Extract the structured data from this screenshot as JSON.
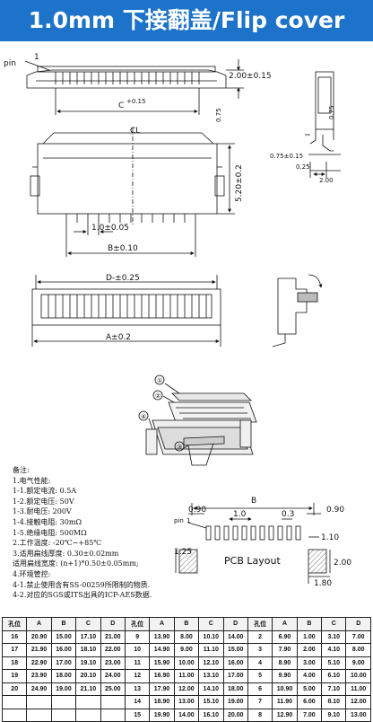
{
  "title": "1.0mm 下接翻盖/Flip cover",
  "top_view": {
    "pin_label": "pin",
    "pin_number": "1",
    "dim_height": "2.00±0.15",
    "dim_c": "C",
    "dim_c_tol": "+0.15"
  },
  "side_view": {
    "dim_075": "0.75",
    "dim_075_tol": "0.75±0.15",
    "dim_025": "0.25",
    "dim_200": "2.00"
  },
  "front_view": {
    "cl": "CL",
    "dim_pitch": "1.0±0.05",
    "dim_b": "B±0.10",
    "dim_h": "5.20±0.2",
    "dim_075": "0.75"
  },
  "bottom_view": {
    "dim_d": "D-±0.25",
    "dim_a": "A±0.2"
  },
  "exploded_labels": [
    "①",
    "②",
    "③",
    "④"
  ],
  "notes": [
    "备注:",
    "1.电气性能:",
    "  1-1.额定电流: 0.5A",
    "  1-2.额定电压: 50V",
    "  1-3.耐电压: 200V",
    "  1-4.接触电阻: 30mΩ",
    "  1-5.绝缘电阻: 500MΩ",
    "2.工作温度: -20℃~+85℃",
    "3.适用扁线厚度: 0.30±0.02mm",
    "  适用扁线宽度: (n+1)*0.50±0.05mm;",
    "4.环境管控:",
    "  4-1.禁止使用含有SS-00259所限制的物质.",
    "  4-2.对应的SGS或ITS出具的ICP-AES数据."
  ],
  "pcb_layout": {
    "label": "PCB Layout",
    "dim_b": "B",
    "dim_090a": "0.90",
    "dim_090b": "0.90",
    "dim_pitch": "1.0",
    "dim_03": "0.3",
    "dim_110": "1.10",
    "dim_125": "1.25",
    "dim_200": "2.00",
    "dim_180": "1.80",
    "pin_label": "pin",
    "pin_number": "1"
  },
  "table": {
    "headers": [
      "孔位",
      "A",
      "B",
      "C",
      "D",
      "孔位",
      "A",
      "B",
      "C",
      "D",
      "孔位",
      "A",
      "B",
      "C",
      "D"
    ],
    "rows": [
      [
        "16",
        "20.90",
        "15.00",
        "17.10",
        "21.00",
        "9",
        "13.90",
        "8.00",
        "10.10",
        "14.00",
        "2",
        "6.90",
        "1.00",
        "3.10",
        "7.00"
      ],
      [
        "17",
        "21.90",
        "16.00",
        "18.10",
        "22.00",
        "10",
        "14.90",
        "9.00",
        "11.10",
        "15.00",
        "3",
        "7.90",
        "2.00",
        "4.10",
        "8.00"
      ],
      [
        "18",
        "22.90",
        "17.00",
        "19.10",
        "23.00",
        "11",
        "15.90",
        "10.00",
        "12.10",
        "16.00",
        "4",
        "8.90",
        "3.00",
        "5.10",
        "9.00"
      ],
      [
        "19",
        "23.90",
        "18.00",
        "20.10",
        "24.00",
        "12",
        "16.90",
        "11.00",
        "13.10",
        "17.00",
        "5",
        "9.90",
        "4.00",
        "6.10",
        "10.00"
      ],
      [
        "20",
        "24.90",
        "19.00",
        "21.10",
        "25.00",
        "13",
        "17.90",
        "12.00",
        "14.10",
        "18.00",
        "6",
        "10.90",
        "5.00",
        "7.10",
        "11.00"
      ],
      [
        "",
        "",
        "",
        "",
        "",
        "14",
        "18.90",
        "13.00",
        "15.10",
        "19.00",
        "7",
        "11.90",
        "6.00",
        "8.10",
        "12.00"
      ],
      [
        "",
        "",
        "",
        "",
        "",
        "15",
        "19.90",
        "14.00",
        "16.10",
        "20.00",
        "8",
        "12.90",
        "7.00",
        "9.10",
        "13.00"
      ]
    ]
  }
}
